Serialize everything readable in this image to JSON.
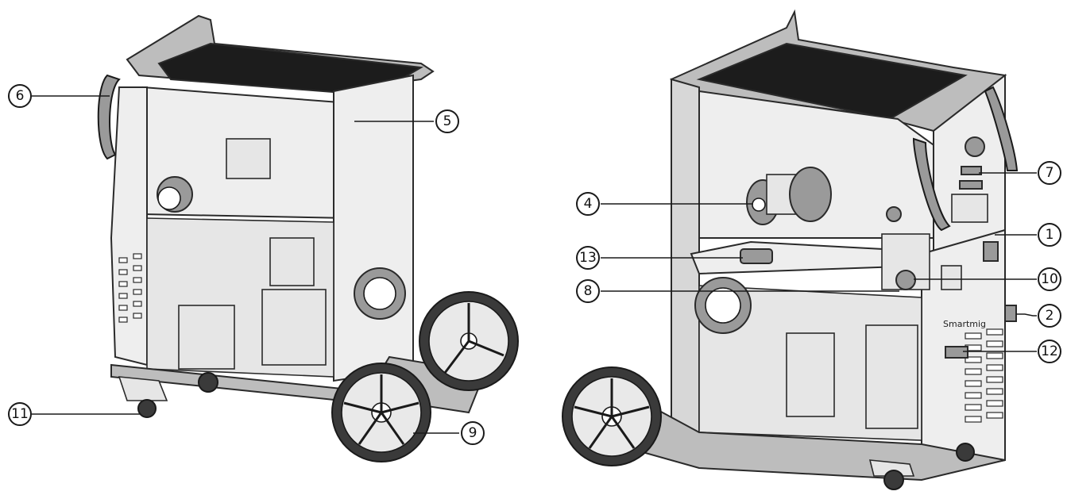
{
  "callouts": {
    "c1": "1",
    "c2": "2",
    "c4": "4",
    "c5": "5",
    "c6": "6",
    "c7": "7",
    "c8": "8",
    "c9": "9",
    "c10": "10",
    "c11": "11",
    "c12": "12",
    "c13": "13"
  },
  "brand_label": "Smartmig"
}
